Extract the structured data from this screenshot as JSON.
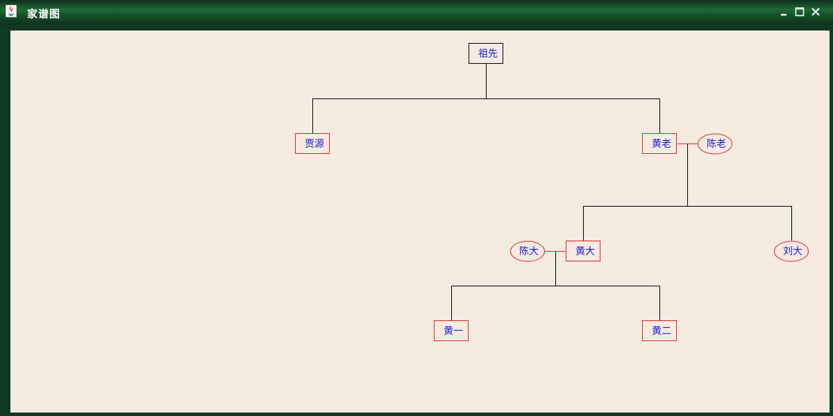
{
  "window": {
    "title": "家谱图",
    "app_icon": "java-cup-icon",
    "controls": {
      "minimize_icon": "minimize-icon",
      "maximize_icon": "maximize-icon",
      "close_icon": "close-icon"
    }
  },
  "colors": {
    "canvas_background": "#f5ebe1",
    "root_border": "#000000",
    "member_border": "#e02020",
    "text": "#1a1ad6",
    "connector": "#000000",
    "spouse_connector": "#e02020"
  },
  "family_tree": {
    "root": {
      "name": "祖先"
    },
    "members": [
      {
        "id": "jia-yuan",
        "name": "贾源",
        "kind": "member"
      },
      {
        "id": "huang-lao",
        "name": "黄老",
        "kind": "member"
      },
      {
        "id": "chen-lao",
        "name": "陈老",
        "kind": "spouse"
      },
      {
        "id": "huang-da",
        "name": "黄大",
        "kind": "member"
      },
      {
        "id": "chen-da",
        "name": "陈大",
        "kind": "spouse"
      },
      {
        "id": "liu-da",
        "name": "刘大",
        "kind": "spouse"
      },
      {
        "id": "huang-yi",
        "name": "黄一",
        "kind": "member"
      },
      {
        "id": "huang-er",
        "name": "黄二",
        "kind": "member"
      }
    ]
  }
}
